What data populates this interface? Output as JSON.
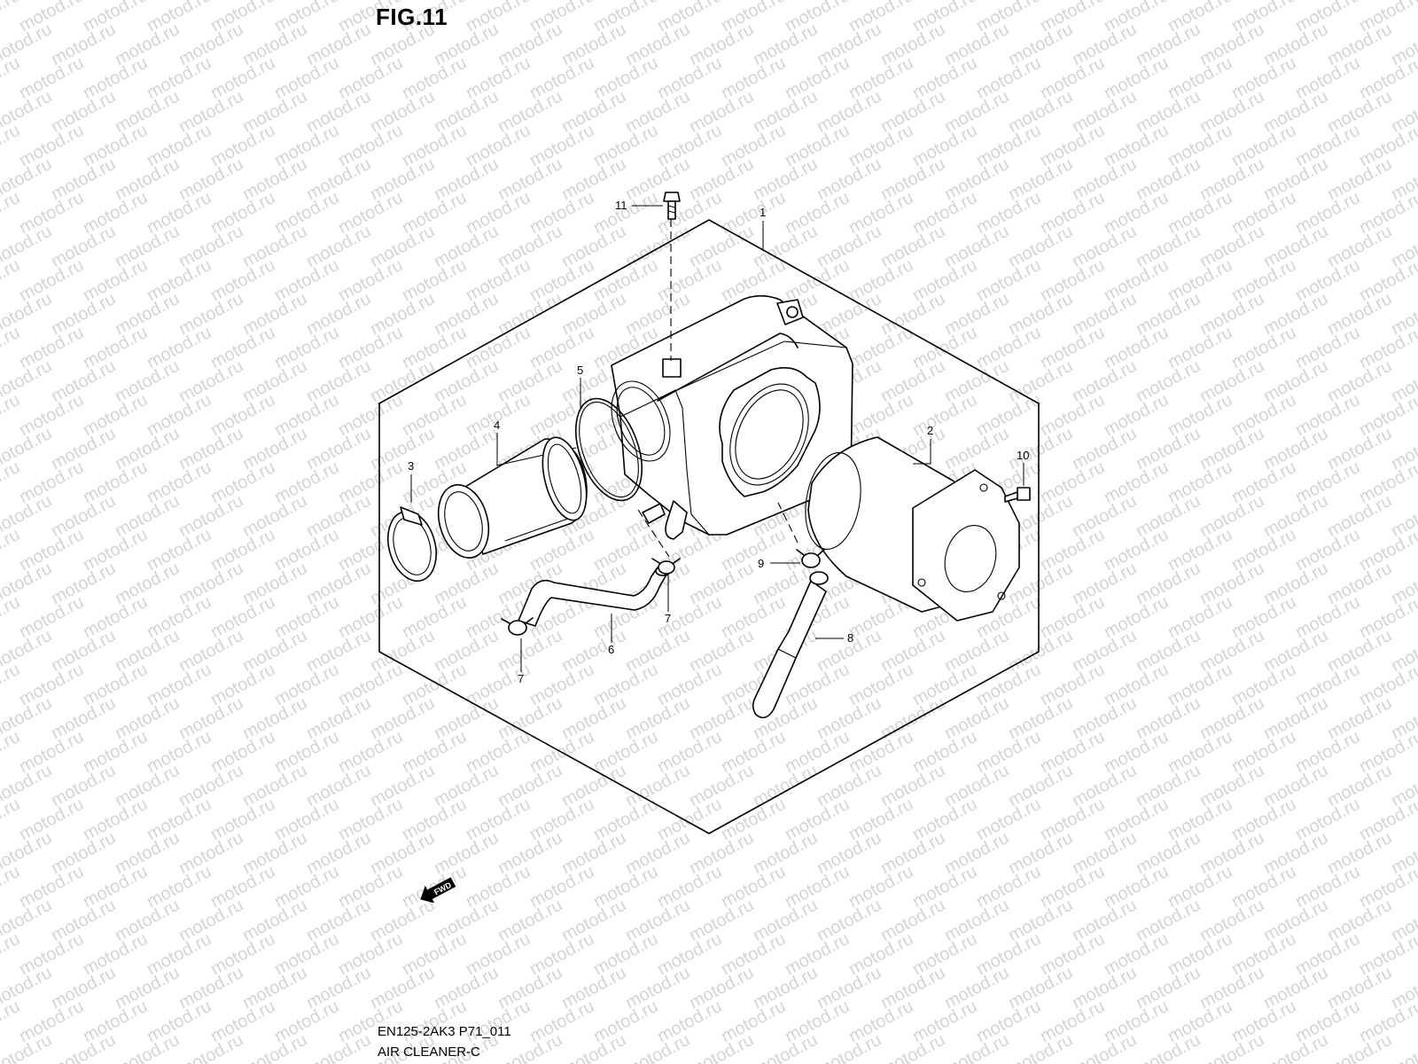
{
  "figure": {
    "title": "FIG.11",
    "code": "EN125-2AK3 P71_011",
    "name": "AIR CLEANER-C"
  },
  "watermark": {
    "text": "motod.ru",
    "color": "#d4d4d4"
  },
  "callouts": [
    "1",
    "2",
    "3",
    "4",
    "5",
    "6",
    "7",
    "7",
    "8",
    "9",
    "10",
    "11"
  ],
  "fwd_marker": {
    "text": "FWD"
  }
}
